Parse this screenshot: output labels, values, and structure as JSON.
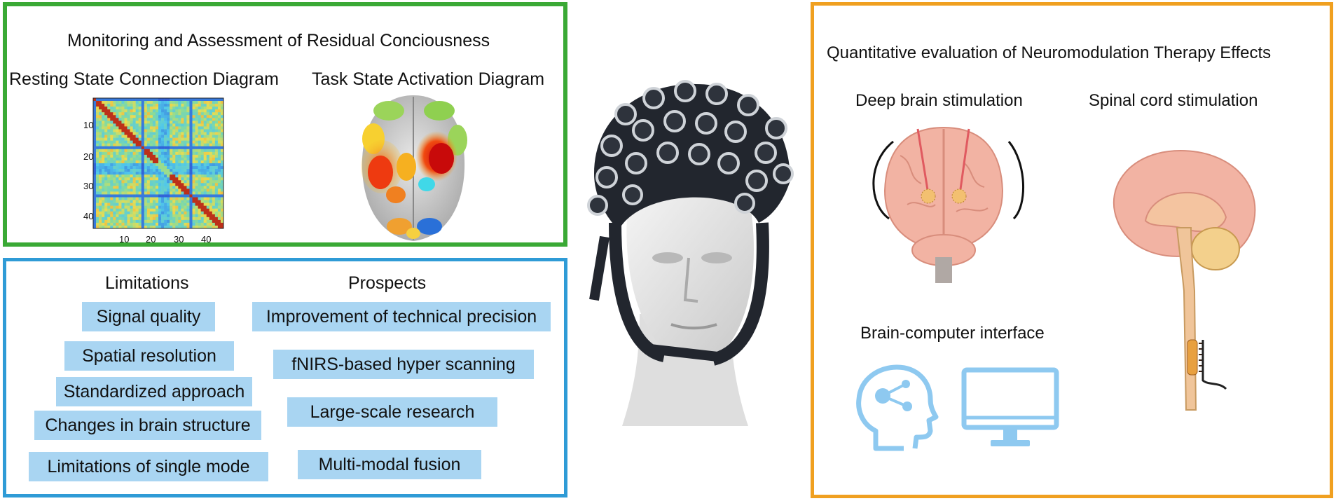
{
  "monitoring": {
    "title": "Monitoring and Assessment of Residual Conciousness",
    "resting_label": "Resting State Connection Diagram",
    "task_label": "Task State Activation Diagram",
    "matrix_y_ticks": [
      "10",
      "20",
      "30",
      "40"
    ],
    "matrix_x_ticks": [
      "10",
      "20",
      "30",
      "40"
    ]
  },
  "limitations": {
    "heading": "Limitations",
    "items": [
      "Signal quality",
      "Spatial resolution",
      "Standardized approach",
      "Changes in brain structure",
      "Limitations of single mode"
    ]
  },
  "prospects": {
    "heading": "Prospects",
    "items": [
      "Improvement of technical precision",
      "fNIRS-based hyper scanning",
      "Large-scale research",
      "Multi-modal fusion"
    ]
  },
  "neuromodulation": {
    "title": "Quantitative evaluation of Neuromodulation Therapy Effects",
    "dbs_label": "Deep brain stimulation",
    "scs_label": "Spinal cord stimulation",
    "bci_label": "Brain-computer interface"
  },
  "colors": {
    "green_border": "#3aa935",
    "blue_border": "#2f9bd6",
    "orange_border": "#f0a020",
    "chip_fill": "#a9d5f2",
    "icon_blue": "#8ec9f0"
  },
  "icons": [
    "eeg-cap-head-icon",
    "brain-front-icon",
    "brain-sagittal-icon",
    "head-network-icon",
    "monitor-icon"
  ]
}
